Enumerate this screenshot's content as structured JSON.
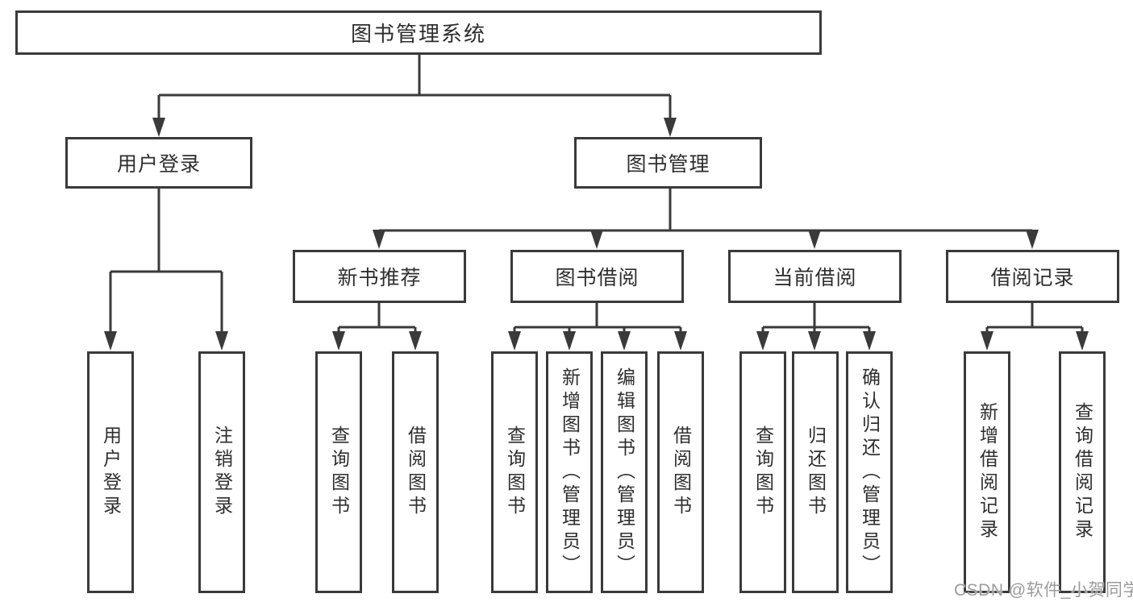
{
  "title": "图书管理系统",
  "watermark": "CSDN @软件_小贺同学",
  "colors": {
    "line": "#3a3a3a",
    "box_border": "#3a3a3a",
    "box_background": "#ffffff",
    "text": "#2e2e2e",
    "watermark": "#9b9b9b"
  },
  "branches": [
    {
      "label": "用户登录",
      "leaves": [
        "用户登录",
        "注销登录"
      ]
    },
    {
      "label": "图书管理",
      "groups": [
        {
          "label": "新书推荐",
          "leaves": [
            "查询图书",
            "借阅图书"
          ]
        },
        {
          "label": "图书借阅",
          "leaves": [
            "查询图书",
            "新增图书（管理员）",
            "编辑图书（管理员）",
            "借阅图书"
          ]
        },
        {
          "label": "当前借阅",
          "leaves": [
            "查询图书",
            "归还图书",
            "确认归还（管理员）"
          ]
        },
        {
          "label": "借阅记录",
          "leaves": [
            "新增借阅记录",
            "查询借阅记录"
          ]
        }
      ]
    }
  ]
}
